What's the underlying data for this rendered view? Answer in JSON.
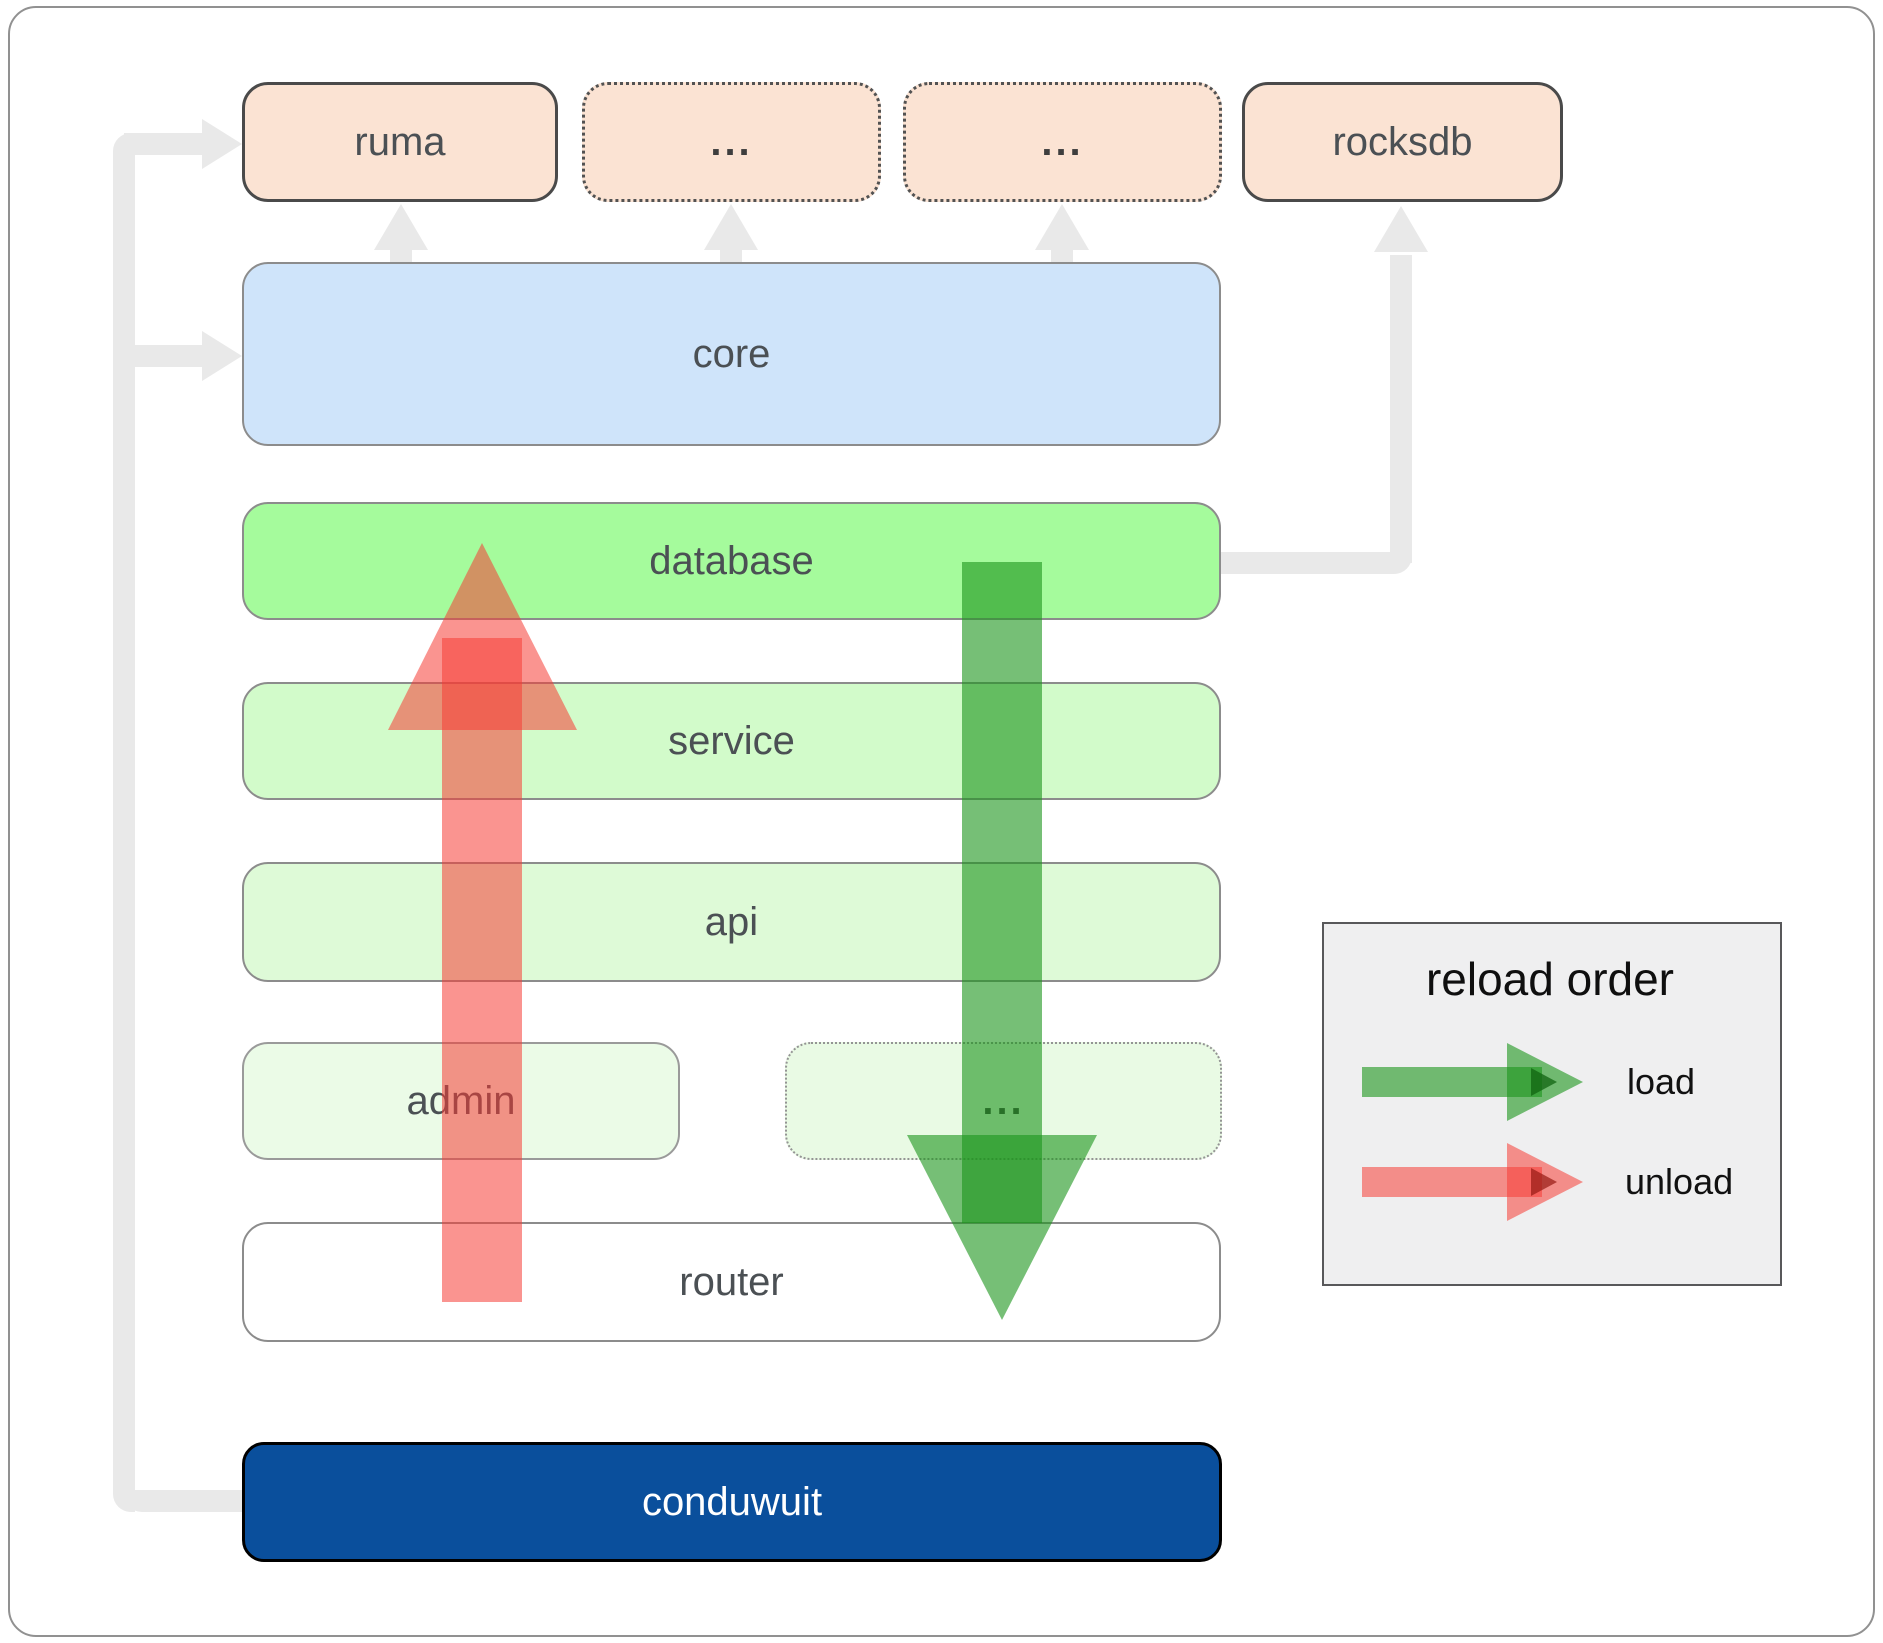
{
  "nodes": {
    "ruma": {
      "label": "ruma"
    },
    "ellipsis1": {
      "label": "..."
    },
    "ellipsis2": {
      "label": "..."
    },
    "rocksdb": {
      "label": "rocksdb"
    },
    "core": {
      "label": "core"
    },
    "database": {
      "label": "database"
    },
    "service": {
      "label": "service"
    },
    "api": {
      "label": "api"
    },
    "admin": {
      "label": "admin"
    },
    "ellipsis3": {
      "label": "..."
    },
    "router": {
      "label": "router"
    },
    "conduwuit": {
      "label": "conduwuit"
    }
  },
  "legend": {
    "title": "reload order",
    "items": [
      {
        "label": "load",
        "color": "rgba(26,148,26,0.60)"
      },
      {
        "label": "unload",
        "color": "rgba(246,60,52,0.55)"
      }
    ]
  },
  "colors": {
    "crate_peach": "#fbe3d3",
    "core_blue": "#cfe4fa",
    "database_green": "#a5fb9c",
    "service_green": "#d2fbca",
    "api_green": "#defad7",
    "admin_green": "#ebfbe7",
    "conduwuit_blue": "#0a4f9c",
    "connector_gray": "#e9e9e9",
    "load_arrow_green": "rgba(26,148,26,0.60)",
    "unload_arrow_red": "rgba(246,60,52,0.55)"
  }
}
